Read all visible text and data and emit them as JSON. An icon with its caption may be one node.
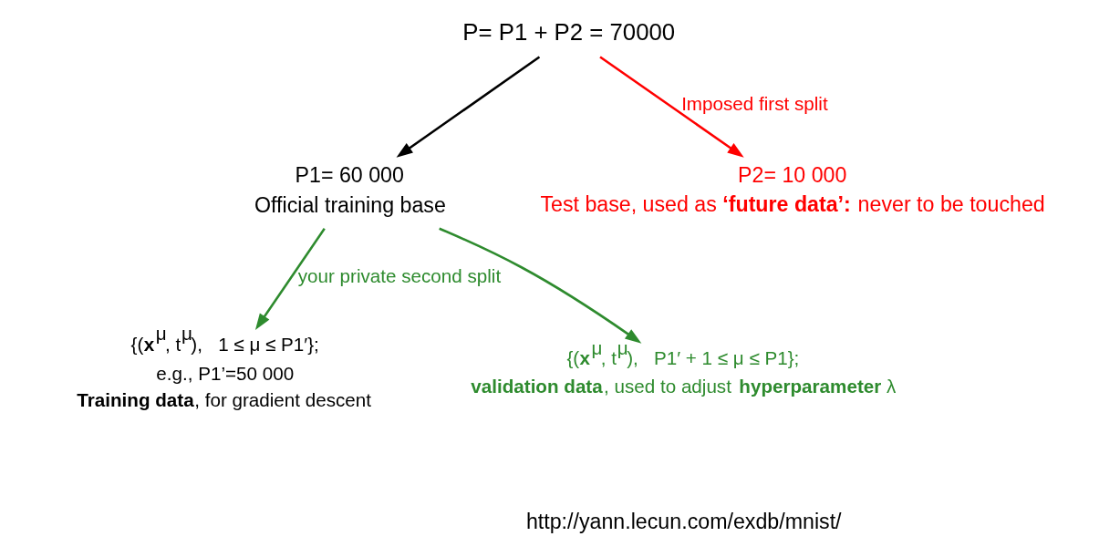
{
  "diagram": {
    "nodes": [
      {
        "text": [
          "P= P1 + P2 = 70000"
        ]
      },
      {
        "text": [
          "P1= 60 000",
          "Official training base"
        ]
      },
      {
        "text": [
          "P2= 10 000",
          "Test base, used as **‘future data’:** never to be touched"
        ]
      },
      {
        "text": [
          "{(**x**$^{μ}$, t$^{μ}$),   1 ≤ μ ≤ P1′};",
          "e.g., P1’=50 000",
          "**Training data**, for gradient descent"
        ]
      },
      {
        "text": [
          "{(**x**$^{μ}$, t$^{μ}$),   P1′ + 1 ≤ μ ≤ P1};",
          "**validation data**, used to adjust **hyperparameter** λ"
        ]
      }
    ],
    "edges": [
      {
        "from": 0,
        "to": 1,
        "arrow": "to",
        "color": "#000000"
      },
      {
        "from": 0,
        "to": 2,
        "arrow": "to",
        "color": "#ff0000",
        "label": "Imposed first split"
      },
      {
        "from": 1,
        "to": 3,
        "arrow": "to",
        "color": "#2e8b2e",
        "label": "your private second split"
      },
      {
        "from": 1,
        "to": 4,
        "arrow": "to",
        "color": "#2e8b2e"
      }
    ],
    "labels": [
      "http://yann.lecun.com/exdb/mnist/"
    ]
  }
}
